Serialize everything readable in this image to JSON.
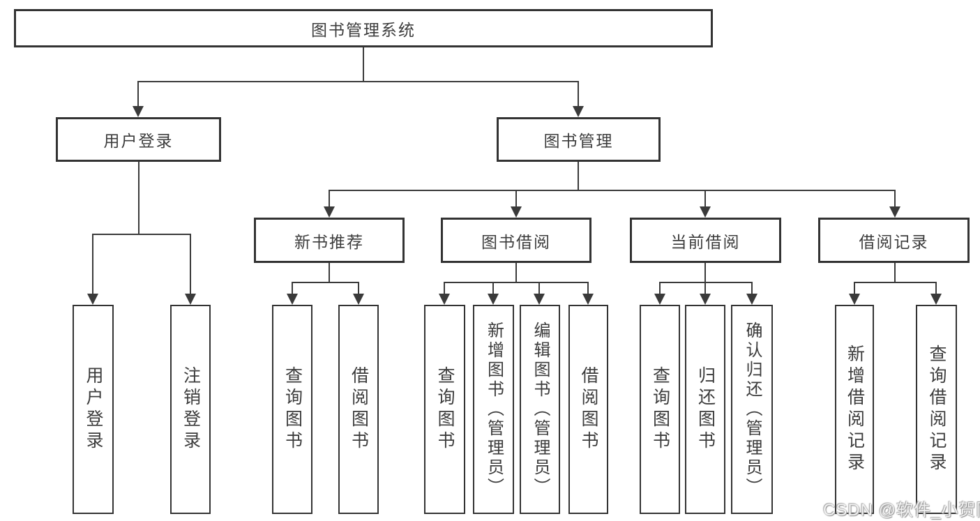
{
  "diagram": {
    "type": "hierarchy-tree",
    "root": {
      "label": "图书管理系统",
      "children": [
        {
          "label": "用户登录",
          "children": [
            "用户登录",
            "注销登录"
          ]
        },
        {
          "label": "图书管理",
          "children": [
            {
              "label": "新书推荐",
              "children": [
                "查询图书",
                "借阅图书"
              ]
            },
            {
              "label": "图书借阅",
              "children": [
                "查询图书",
                "新增图书（管理员）",
                "编辑图书（管理员）",
                "借阅图书"
              ]
            },
            {
              "label": "当前借阅",
              "children": [
                "查询图书",
                "归还图书",
                "确认归还（管理员）"
              ]
            },
            {
              "label": "借阅记录",
              "children": [
                "新增借阅记录",
                "查询借阅记录"
              ]
            }
          ]
        }
      ]
    },
    "colors": {
      "line": "#3a3a3a",
      "box_border": "#333333",
      "text": "#3c3c3c",
      "background": "#ffffff"
    },
    "watermark": {
      "text": "CSDN @软件_小贺同学"
    }
  }
}
